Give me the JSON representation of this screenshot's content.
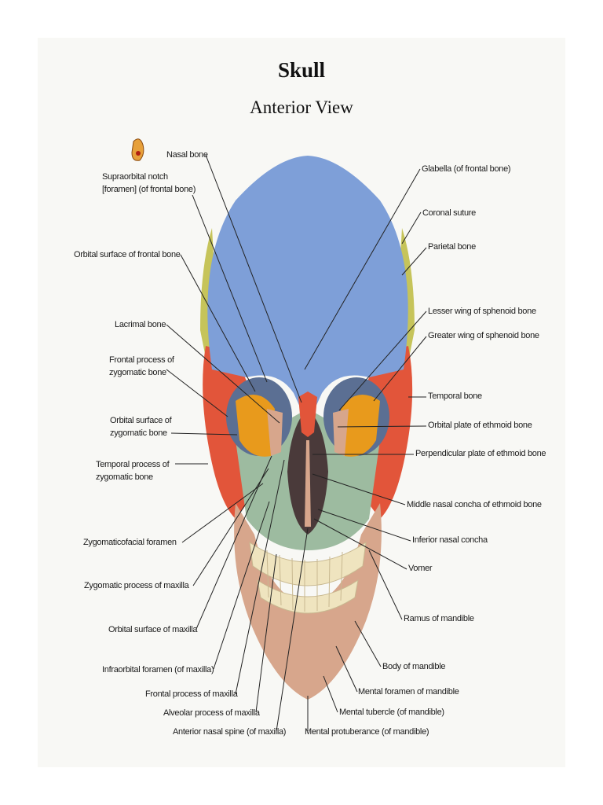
{
  "title": "Skull",
  "subtitle": "Anterior View",
  "labels": {
    "nasal_bone": "Nasal bone",
    "supraorbital_notch": "Supraorbital notch",
    "supraorbital_notch_2": "[foramen] (of frontal bone)",
    "orbital_surface_frontal": "Orbital surface of frontal bone",
    "lacrimal_bone": "Lacrimal bone",
    "frontal_process_zygomatic": "Frontal process of",
    "frontal_process_zygomatic_2": "zygomatic bone",
    "orbital_surface_zygomatic": "Orbital surface of",
    "orbital_surface_zygomatic_2": "zygomatic bone",
    "temporal_process_zygomatic": "Temporal process of",
    "temporal_process_zygomatic_2": "zygomatic bone",
    "zygomaticofacial_foramen": "Zygomaticofacial foramen",
    "zygomatic_process_maxilla": "Zygomatic process of maxilla",
    "orbital_surface_maxilla": "Orbital surface of maxilla",
    "infraorbital_foramen": "Infraorbital foramen (of maxilla)",
    "frontal_process_maxilla": "Frontal process of maxilla",
    "alveolar_process_maxilla": "Alveolar process of maxilla",
    "anterior_nasal_spine": "Anterior nasal spine (of maxilla)",
    "glabella": "Glabella (of frontal bone)",
    "coronal_suture": "Coronal suture",
    "parietal_bone": "Parietal bone",
    "lesser_wing": "Lesser wing of sphenoid bone",
    "greater_wing": "Greater wing of sphenoid bone",
    "temporal_bone": "Temporal bone",
    "orbital_plate_ethmoid": "Orbital plate of ethmoid bone",
    "perpendicular_plate_ethmoid": "Perpendicular plate of ethmoid bone",
    "middle_nasal_concha": "Middle nasal concha of ethmoid bone",
    "inferior_nasal_concha": "Inferior nasal concha",
    "vomer": "Vomer",
    "ramus_mandible": "Ramus of mandible",
    "body_mandible": "Body of mandible",
    "mental_foramen": "Mental foramen of mandible",
    "mental_tubercle": "Mental tubercle (of mandible)",
    "mental_protuberance": "Mental protuberance (of mandible)"
  },
  "colors": {
    "frontal": "#7e9fd8",
    "parietal": "#c6c45a",
    "zygomatic": "#e2553a",
    "maxilla": "#9dbba0",
    "mandible": "#d7a68c",
    "sphenoid": "#e89a1c",
    "teeth": "#efe4bf"
  }
}
